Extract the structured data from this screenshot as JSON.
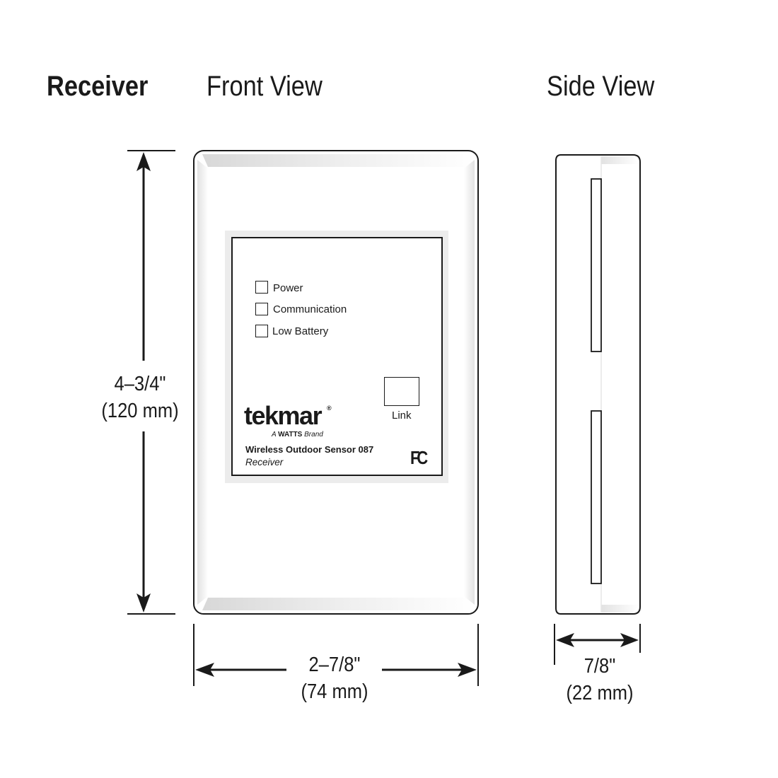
{
  "title": "Receiver",
  "front_view_title": "Front View",
  "side_view_title": "Side View",
  "dimensions": {
    "height_in": "4–3/4\"",
    "height_mm": "(120 mm)",
    "width_in": "2–7/8\"",
    "width_mm": "(74 mm)",
    "depth_in": "7/8\"",
    "depth_mm": "(22 mm)"
  },
  "label": {
    "indicators": [
      "Power",
      "Communication",
      "Low Battery"
    ],
    "link_button": "Link",
    "brand": "tekmar",
    "brand_registered": "®",
    "tagline_prefix": "A",
    "tagline_brand": "WATTS",
    "tagline_suffix": "Brand",
    "product_name": "Wireless Outdoor Sensor 087",
    "product_subtitle": "Receiver",
    "certification_mark": "FC"
  },
  "colors": {
    "line": "#1a1a1a",
    "housing_shade": "#e4e4e4"
  }
}
